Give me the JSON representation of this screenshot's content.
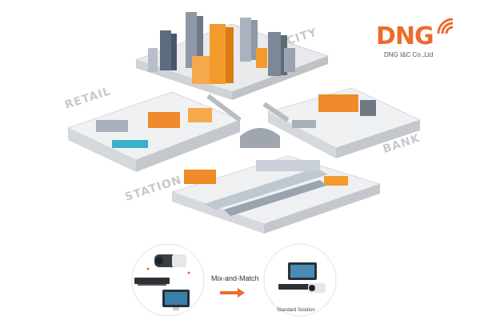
{
  "brand": {
    "name": "DNG",
    "subtitle": "DNG I&C Co.,Ltd",
    "accent": "#ec6b2d"
  },
  "zones": {
    "city": "CITY",
    "retail": "RETAIL",
    "bank": "BANK",
    "station": "STATION"
  },
  "bottom": {
    "mix_label": "Mix-and-Match",
    "standard_label": "Standard Solution"
  },
  "icons": [
    "wifi-icon",
    "camera-icon",
    "recorder-icon",
    "monitor-icon",
    "arrow-right-icon"
  ]
}
